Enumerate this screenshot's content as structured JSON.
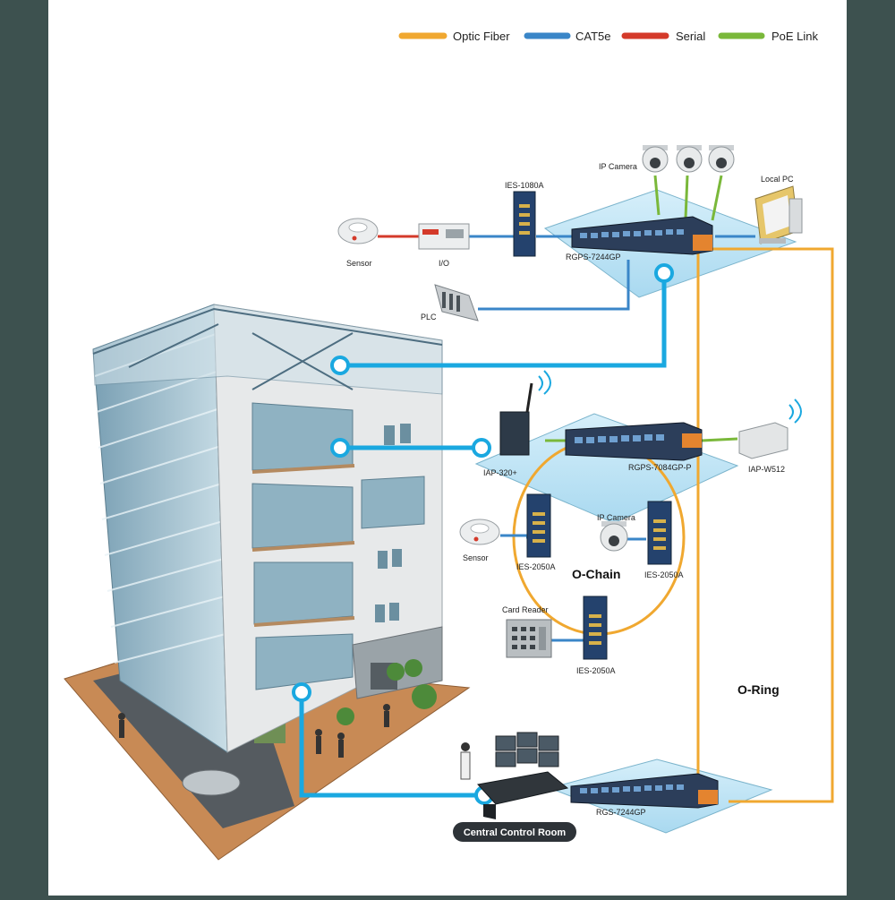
{
  "legend": {
    "items": [
      {
        "label": "Optic Fiber",
        "color": "#f0a830"
      },
      {
        "label": "CAT5e",
        "color": "#3a86c8"
      },
      {
        "label": "Serial",
        "color": "#d43a2a"
      },
      {
        "label": "PoE Link",
        "color": "#7ab83a"
      }
    ]
  },
  "top": {
    "ip_camera": "IP Camera",
    "local_pc": "Local  PC",
    "ies1080a": "IES-1080A",
    "sensor": "Sensor",
    "io": "I/O",
    "rgps7244gp": "RGPS-7244GP",
    "plc": "PLC"
  },
  "middle": {
    "iap320": "IAP-320+",
    "rgps7084": "RGPS-7084GP-P",
    "iapw512": "IAP-W512",
    "sensor": "Sensor",
    "ies2050a_left": "IES-2050A",
    "ip_camera": "IP Camera",
    "ochain": "O-Chain",
    "ies2050a_right": "IES-2050A",
    "card_reader": "Card Reader",
    "ies2050a_bottom": "IES-2050A"
  },
  "bottom": {
    "oring": "O-Ring",
    "rgs7244gp": "RGS-7244GP",
    "control_room": "Central Control Room"
  },
  "colors": {
    "fiber": "#f0a830",
    "cat5e": "#3a86c8",
    "serial": "#d43a2a",
    "poe": "#7ab83a",
    "link_cyan": "#1aa8e0",
    "platform": "#bfe4f5"
  }
}
